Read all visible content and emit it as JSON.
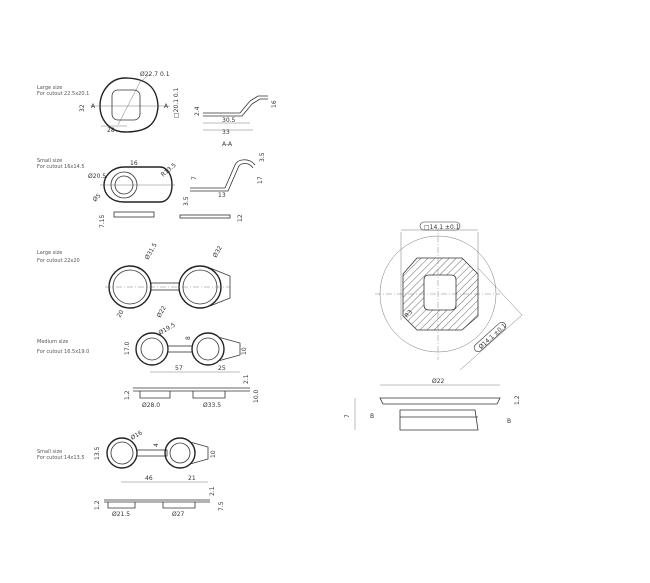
{
  "views": {
    "large_lever": {
      "caption": "Large size",
      "cutout": "For cutout 22.5x20.1",
      "dims": [
        "Ø22.7 0.1",
        "32",
        "A",
        "A",
        "28",
        "□20.1 0.1",
        "2.4",
        "16",
        "30.5",
        "33",
        "A-A"
      ]
    },
    "small_lever": {
      "caption": "Small size",
      "cutout": "For cutout 16x14.5",
      "dims": [
        "16",
        "R13.5",
        "Ø20.5",
        "Ø5",
        "3.5",
        "17",
        "7",
        "3.5",
        "13",
        "7.15",
        "12"
      ]
    },
    "large_double": {
      "caption": "Large size",
      "cutout": "For cutout 22x20",
      "dims": [
        "Ø31.5",
        "Ø32",
        "Ø22",
        "20"
      ]
    },
    "medium_double": {
      "caption": "Medium size",
      "cutout": "For cutout 16.5x19.0",
      "dims": [
        "Ø19.5",
        "17.0",
        "8",
        "10",
        "57",
        "25",
        "2.1",
        "10.0",
        "1.2",
        "Ø28.0",
        "Ø33.5"
      ]
    },
    "small_double": {
      "caption": "Small size",
      "cutout": "For cutout 14x13.5",
      "dims": [
        "Ø16",
        "13.5",
        "4",
        "10",
        "46",
        "21",
        "2.1",
        "7.5",
        "1.2",
        "Ø21.5",
        "Ø27"
      ]
    },
    "detail": {
      "dims": [
        "□14.1 ±0.1",
        "R3",
        "Ø14.1 ±0.1",
        "Ø22",
        "7",
        "1.2",
        "B",
        "B"
      ]
    }
  }
}
